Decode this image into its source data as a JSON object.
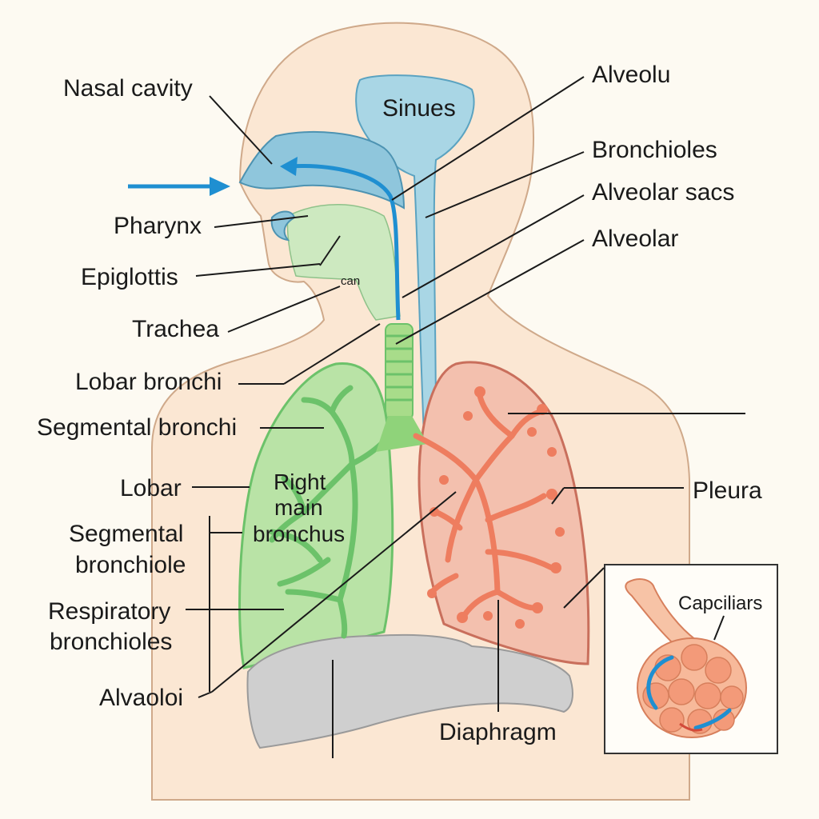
{
  "colors": {
    "background": "#fdfaf2",
    "skin": "#fbe7d3",
    "airway": "#a9d6e5",
    "airway_stroke": "#5ba3c1",
    "right_lung": "#b9e3a6",
    "left_lung": "#f3c0ae",
    "bronchi_green": "#6cc26a",
    "bronchi_orange": "#ee7d5f",
    "diaphragm": "#cfcfcf",
    "arrow": "#1f8fd1"
  },
  "icons": {
    "airflow": "arrow-right-icon",
    "inset": "alveolus-capillary-icon"
  },
  "labels": {
    "nasal_cavity": "Nasal cavity",
    "sinues": "Sinues",
    "alveolu": "Alveolu",
    "bronchioles": "Bronchioles",
    "alveolar_sacs": "Alveolar sacs",
    "alveolar": "Alveolar",
    "pharynx": "Pharynx",
    "epiglottis": "Epiglottis",
    "can": "can",
    "trachea": "Trachea",
    "lobar_bronchi": "Lobar bronchi",
    "segmental_bronchi": "Segmental bronchi",
    "lobar": "Lobar",
    "right_main_bronchus_line1": "Right",
    "right_main_bronchus_line2": "main",
    "right_main_bronchus_line3": "bronchus",
    "segmental_bronchiole_line1": "Segmental",
    "segmental_bronchiole_line2": "bronchiole",
    "respiratory_bronchioles_line1": "Respiratory",
    "respiratory_bronchioles_line2": "bronchioles",
    "pleura": "Pleura",
    "alvaoloi": "Alvaoloi",
    "diaphragm": "Diaphragm",
    "capciliars": "Capciliars"
  }
}
